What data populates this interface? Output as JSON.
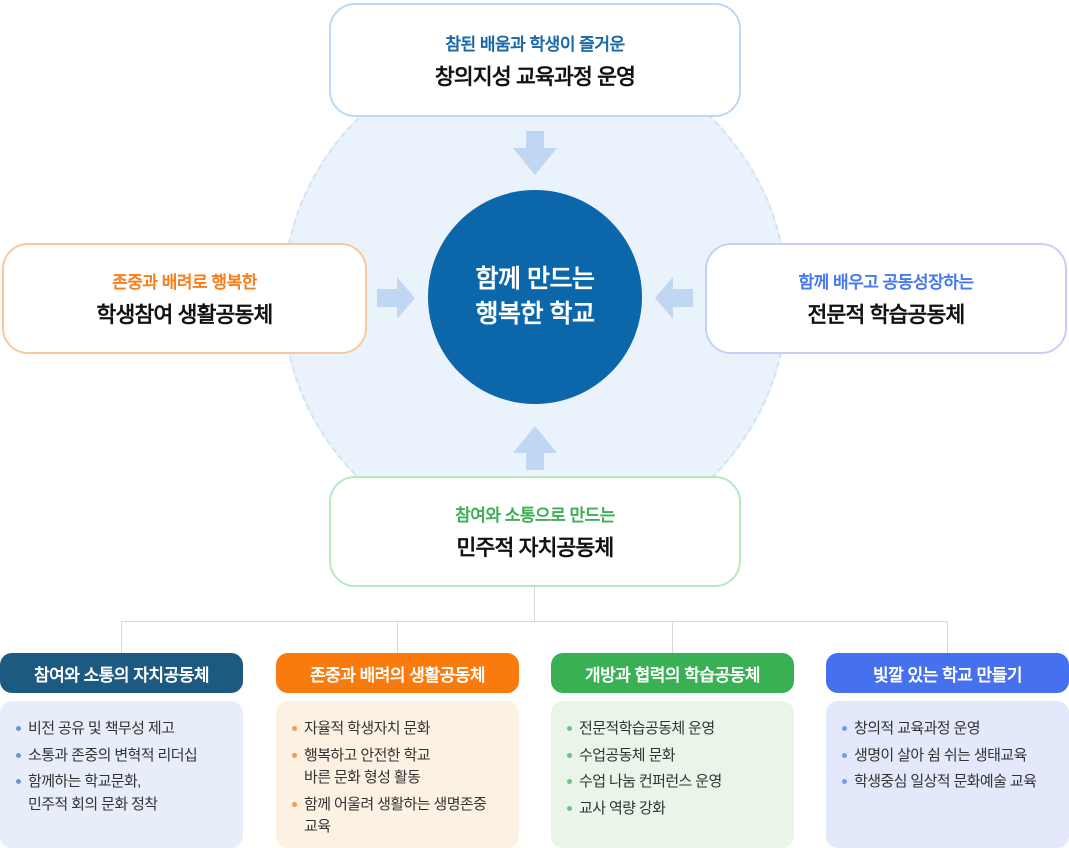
{
  "center_circle": {
    "line1_bold": "함께",
    "line1_rest": " 만드는",
    "line2_rest": "행복한 ",
    "line2_bold": "학교"
  },
  "nodes": {
    "top": {
      "subtitle": "참된 배움과 학생이 즐거운",
      "title": "창의지성 교육과정 운영"
    },
    "left": {
      "subtitle": "존중과 배려로 행복한",
      "title": "학생참여 생활공동체"
    },
    "right": {
      "subtitle": "함께 배우고 공동성장하는",
      "title": "전문적 학습공동체"
    },
    "bottom": {
      "subtitle": "참여와 소통으로 만드는",
      "title": "민주적 자치공동체"
    }
  },
  "columns": [
    {
      "header": "참여와 소통의 자치공동체",
      "header_color": "#1d5a82",
      "body_color": "#e8eef9",
      "items": [
        "비전 공유 및 책무성 제고",
        "소통과 존중의 변혁적 리더십",
        "함께하는 학교문화,\n민주적 회의 문화 정착"
      ]
    },
    {
      "header": "존중과 배려의 생활공동체",
      "header_color": "#f97a0d",
      "body_color": "#fdf1e3",
      "items": [
        "자율적 학생자치 문화",
        "행복하고 안전한 학교\n바른 문화 형성 활동",
        "함께 어울려 생활하는 생명존중\n교육"
      ]
    },
    {
      "header": "개방과 협력의 학습공동체",
      "header_color": "#39b054",
      "body_color": "#eaf5ea",
      "items": [
        "전문적학습공동체 운영",
        "수업공동체 문화",
        "수업 나눔 컨퍼런스 운영",
        "교사 역량 강화"
      ]
    },
    {
      "header": "빛깔 있는 학교 만들기",
      "header_color": "#4570ee",
      "body_color": "#e3e9fa",
      "items": [
        "창의적 교육과정 운영",
        "생명이 살아 쉼 쉬는 생태교육",
        "학생중심 일상적 문화예술 교육"
      ]
    }
  ],
  "colors": {
    "center_circle": "#0b66aa",
    "background_circle_fill": "#eaf2fb",
    "background_circle_dash": "#d3e2f5",
    "arrow": "#bfd7f3",
    "top_accent": "#1a68a8",
    "left_accent": "#f97e1c",
    "right_accent": "#4678f0",
    "bottom_accent": "#3faf57",
    "connector_line": "#d9d9d9"
  }
}
